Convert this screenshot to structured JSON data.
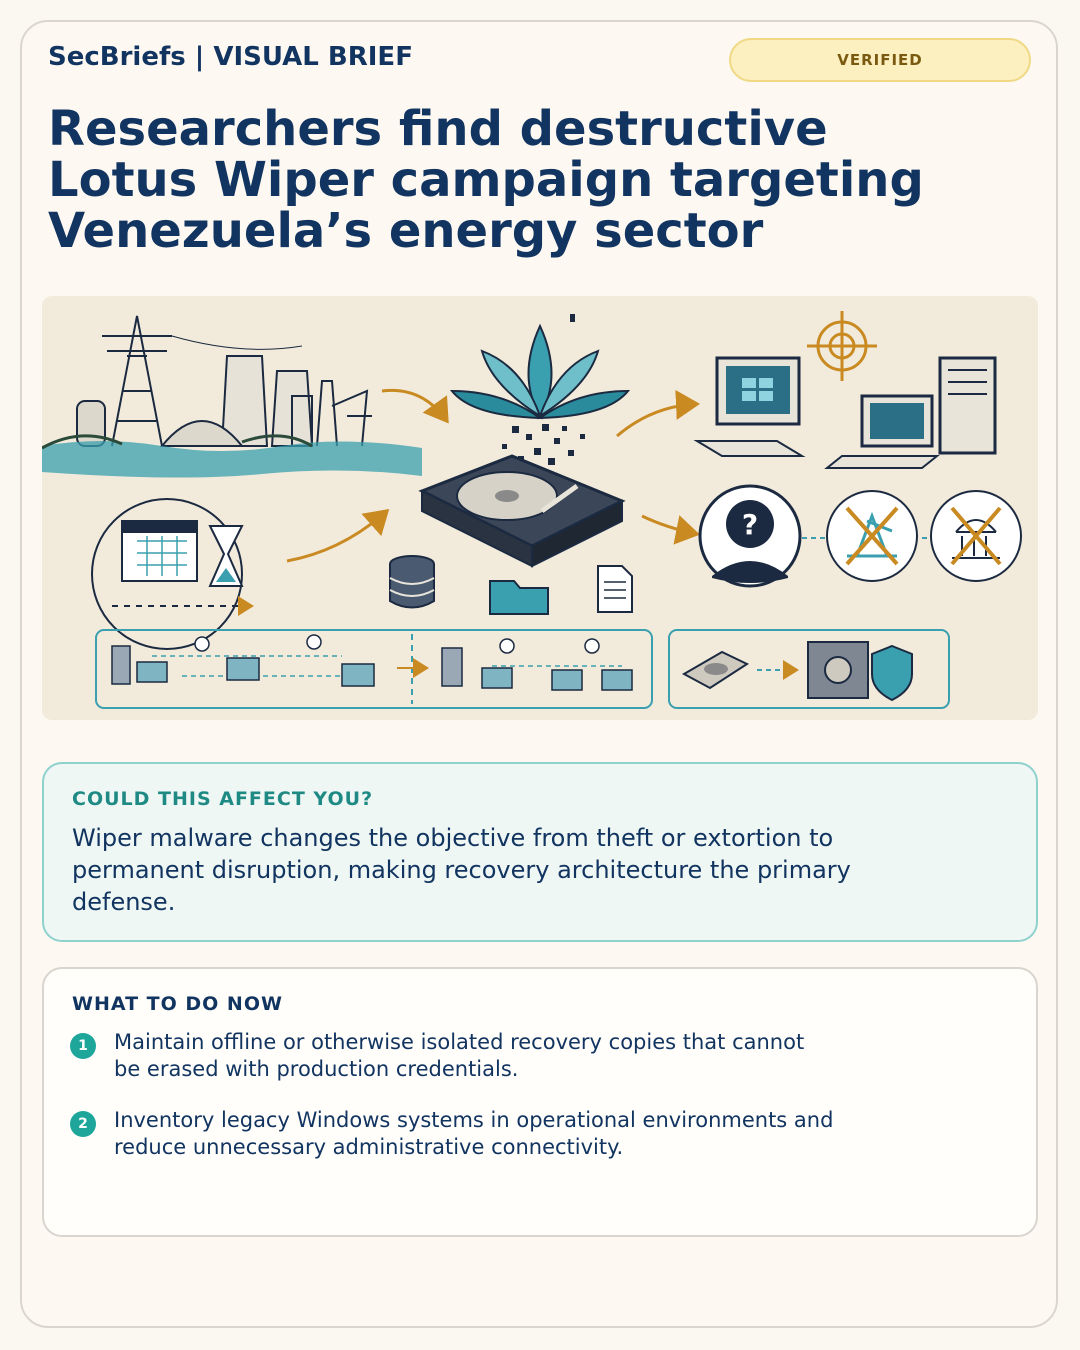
{
  "header": {
    "brand": "SecBriefs | VISUAL BRIEF",
    "badge": "VERIFIED",
    "headline": "Researchers find destructive Lotus Wiper campaign targeting Venezuela’s energy sector"
  },
  "affect": {
    "title": "COULD THIS AFFECT YOU?",
    "text": "Wiper malware changes the objective from theft or extortion to permanent disruption, making recovery architecture the primary defense."
  },
  "todo": {
    "title": "WHAT TO DO NOW",
    "steps": [
      {
        "num": "1",
        "text": "Maintain offline or otherwise isolated recovery copies that cannot be erased with production credentials."
      },
      {
        "num": "2",
        "text": "Inventory legacy Windows systems in operational environments and reduce unnecessary administrative connectivity."
      }
    ]
  },
  "illustration": {
    "unknown_actor_glyph": "?",
    "colors": {
      "ink": "#1b2a40",
      "teal": "#3a9fae",
      "arrow": "#c98a22",
      "panel": "#f2ebdc"
    },
    "icons": [
      "power-plant",
      "lotus",
      "hard-drive",
      "calendar",
      "hourglass",
      "database",
      "folder",
      "document",
      "computers",
      "target",
      "unknown-actor",
      "oil-pump-crossed",
      "government-crossed",
      "network-diagram",
      "safe",
      "shield"
    ]
  }
}
